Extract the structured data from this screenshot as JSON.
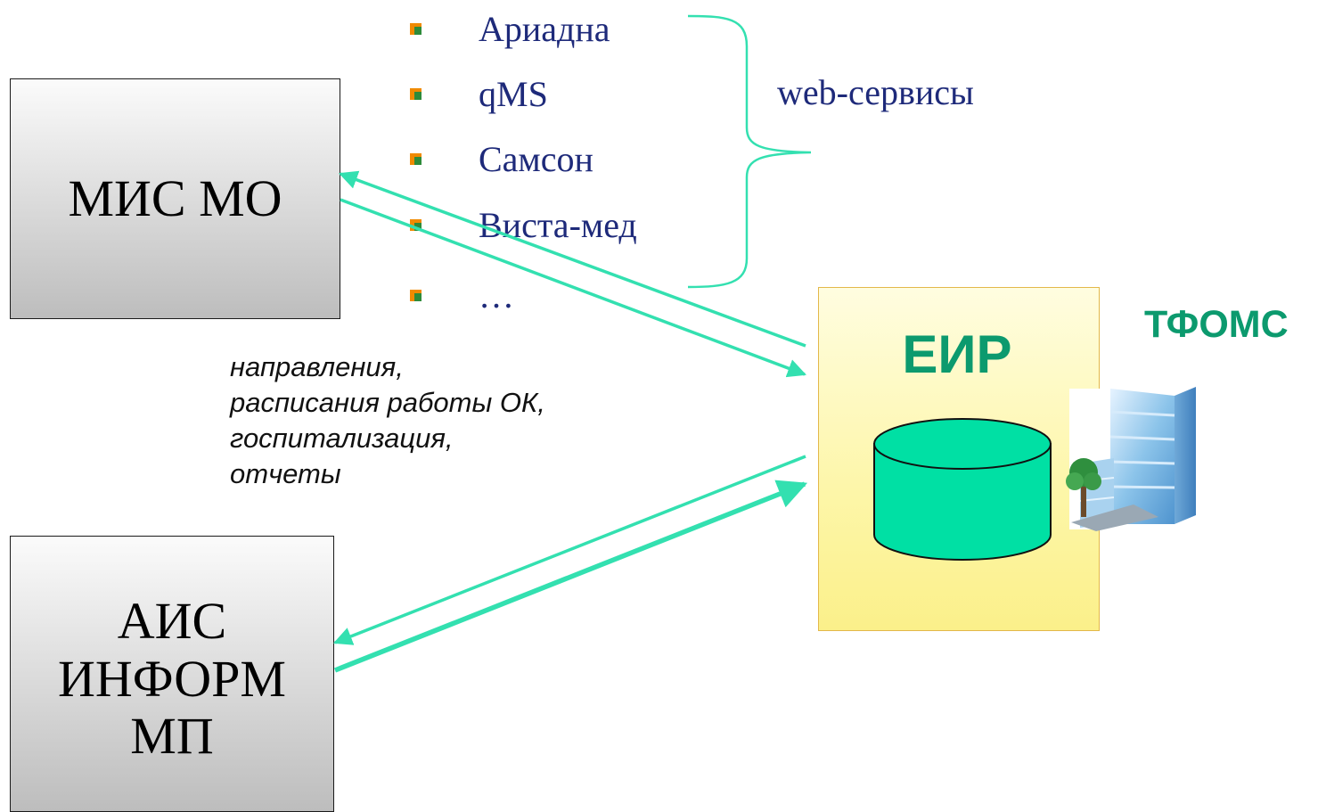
{
  "mis_box": {
    "label": "МИС МО"
  },
  "ais_box": {
    "lines": [
      "АИС",
      "ИНФОРМ",
      "МП"
    ]
  },
  "systems_list": {
    "items": [
      "Ариадна",
      "qMS",
      "Самсон",
      "Виста-мед",
      "…"
    ]
  },
  "brace_label": "web-сервисы",
  "flows_label": {
    "lines": [
      "направления,",
      "расписания работы ОК,",
      "госпитализация,",
      "отчеты"
    ]
  },
  "eir": {
    "title": "ЕИР"
  },
  "tfoms_label": "ТФОМС",
  "icons": [
    "database-icon",
    "office-building-icon",
    "bullet-icon"
  ],
  "colors": {
    "arrow": "#33e0b0",
    "accent_green": "#0c9a6e",
    "database_fill": "#00e0a4",
    "panel_fill": "#fdf6a8",
    "list_text": "#1e2a7a",
    "bullet_orange": "#f08a00",
    "bullet_green": "#2e8b3a"
  }
}
